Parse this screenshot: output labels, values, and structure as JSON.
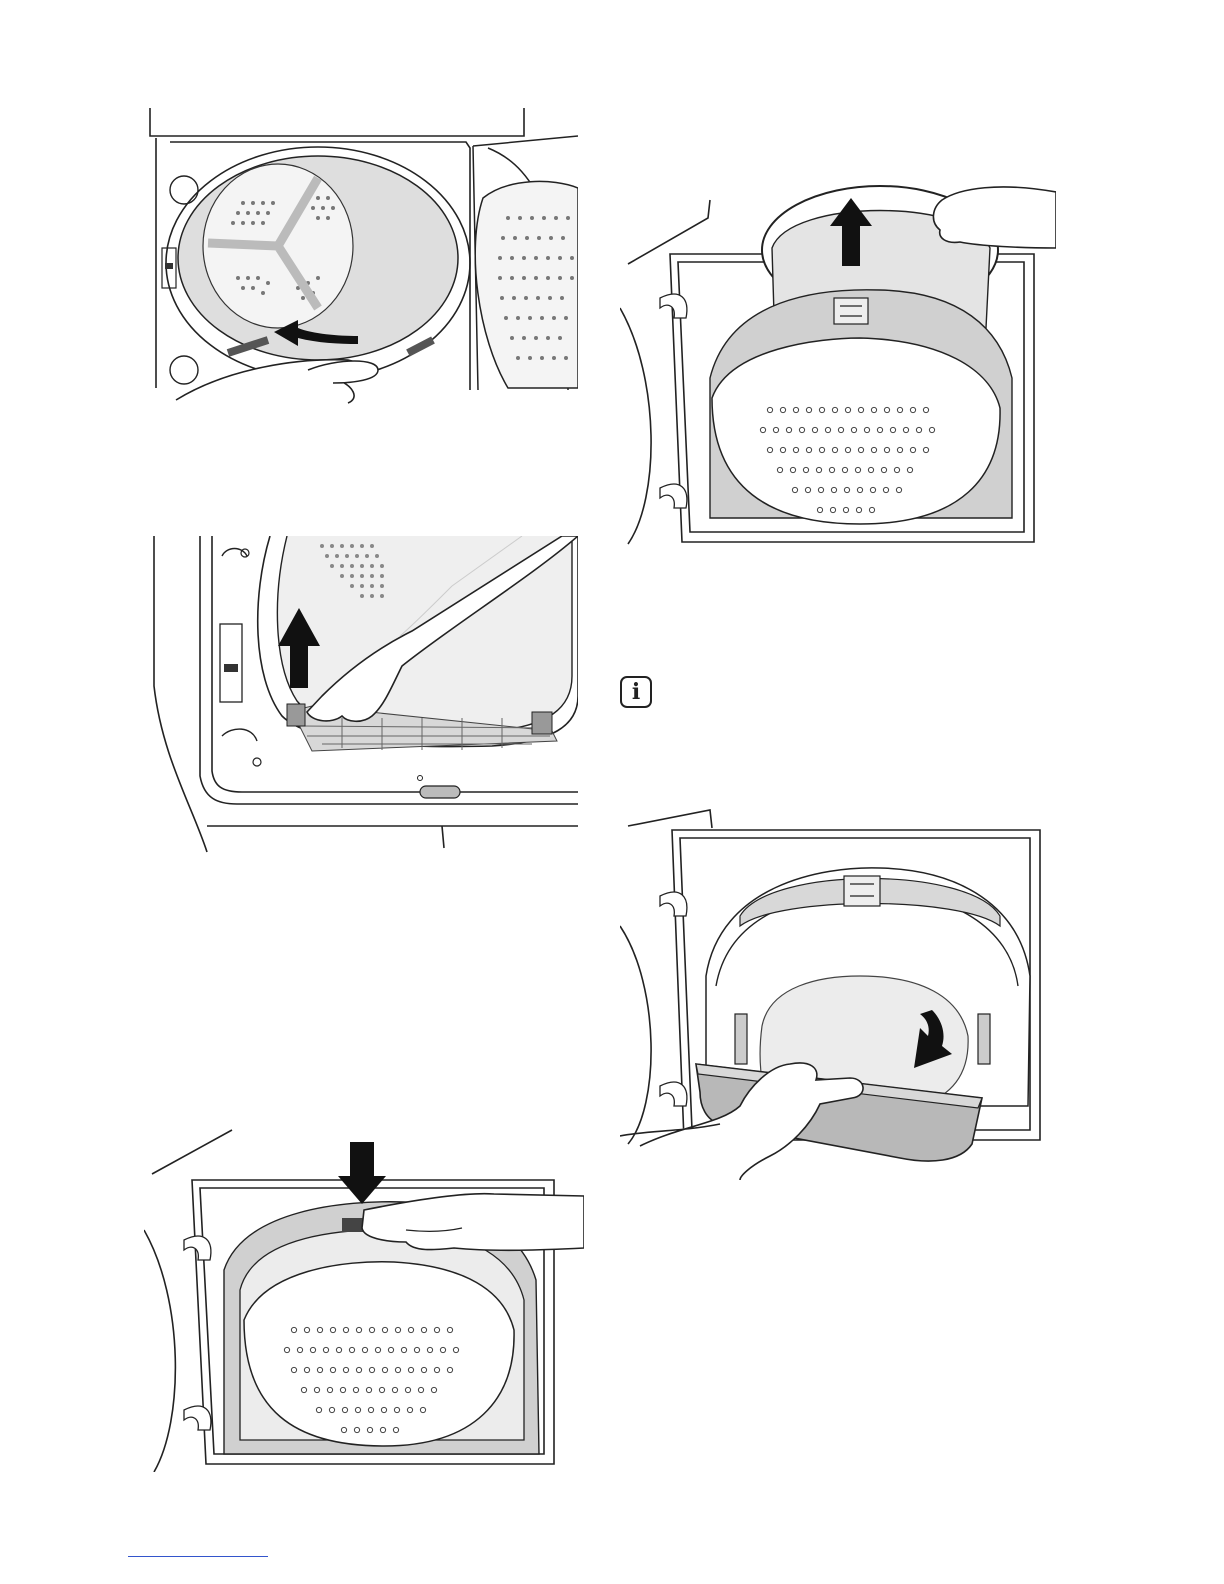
{
  "document": {
    "figures": [
      {
        "name": "fig-rotate-filter",
        "alt_icon": "arrow-left-curved-icon"
      },
      {
        "name": "fig-lift-filter",
        "alt_icon": "arrow-up-icon"
      },
      {
        "name": "fig-press-latch",
        "alt_icon": "arrow-down-icon"
      },
      {
        "name": "fig-pull-filter-out",
        "alt_icon": "arrow-up-icon"
      },
      {
        "name": "fig-open-filter",
        "alt_icon": "arrow-curved-down-icon"
      }
    ],
    "info_icon": "i",
    "colors": {
      "line": "#222222",
      "gray_fill": "#cfcfcf",
      "light_fill": "#ececec",
      "arrow": "#111111",
      "footer_rule": "#3355cc"
    }
  }
}
